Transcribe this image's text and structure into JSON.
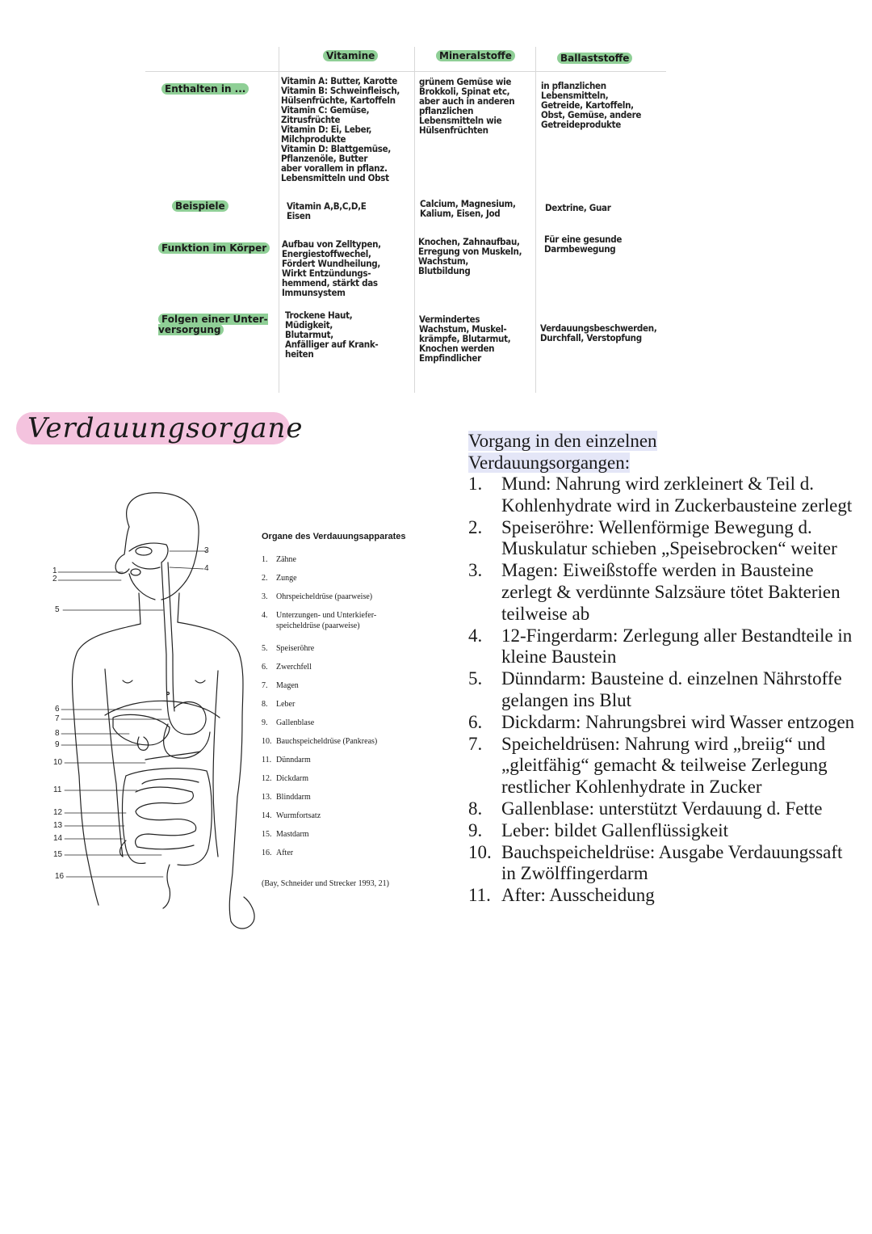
{
  "table": {
    "columns": [
      "Vitamine",
      "Mineralstoffe",
      "Ballaststoffe"
    ],
    "rows": [
      {
        "label": "Enthalten in ...",
        "cells": [
          "Vitamin A: Butter, Karotte\nVitamin B: Schweinfleisch,\nHülsenfrüchte, Kartoffeln\nVitamin C: Gemüse,\nZitrusfrüchte\nVitamin D: Ei, Leber,\nMilchprodukte\nVitamin D: Blattgemüse,\nPflanzenöle, Butter\naber vorallem in pflanz.\nLebensmitteln und Obst",
          "grünem Gemüse wie\nBrokkoli, Spinat etc,\naber auch in anderen\npflanzlichen\nLebensmitteln wie\nHülsenfrüchten",
          "in pflanzlichen\nLebensmitteln,\nGetreide, Kartoffeln,\nObst, Gemüse, andere\nGetreideprodukte"
        ]
      },
      {
        "label": "Beispiele",
        "cells": [
          "Vitamin A,B,C,D,E\nEisen",
          "Calcium, Magnesium,\nKalium, Eisen, Jod",
          "Dextrine, Guar"
        ]
      },
      {
        "label": "Funktion im Körper",
        "cells": [
          "Aufbau von Zelltypen,\nEnergiestoffwechel,\nFördert Wundheilung,\nWirkt Entzündungs-\nhemmend, stärkt das\nImmunsystem",
          "Knochen, Zahnaufbau,\nErregung von Muskeln,\nWachstum,\nBlutbildung",
          "Für eine gesunde\nDarmbewegung"
        ]
      },
      {
        "label": "Folgen einer Unter-\nversorgung",
        "cells": [
          "Trockene Haut,\nMüdigkeit,\nBlutarmut,\nAnfälliger auf Krank-\nheiten",
          "Vermindertes\nWachstum, Muskel-\nkrämpfe, Blutarmut,\nKnochen werden\nEmpfindlicher",
          "Verdauungsbeschwerden,\nDurchfall, Verstopfung"
        ]
      }
    ]
  },
  "section_title": "Verdauungsorgane",
  "diagram": {
    "numbers": [
      "1",
      "2",
      "3",
      "4",
      "5",
      "6",
      "7",
      "8",
      "9",
      "10",
      "11",
      "12",
      "13",
      "14",
      "15",
      "16"
    ]
  },
  "organ_legend": {
    "title": "Organe des Verdauungsapparates",
    "items": [
      "Zähne",
      "Zunge",
      "Ohrspeicheldrüse (paarweise)",
      "Unterzungen- und Unterkiefer-speicheldrüse (paarweise)",
      "Speiseröhre",
      "Zwerchfell",
      "Magen",
      "Leber",
      "Gallenblase",
      "Bauchspeicheldrüse (Pankreas)",
      "Dünndarm",
      "Dickdarm",
      "Blinddarm",
      "Wurmfortsatz",
      "Mastdarm",
      "After"
    ],
    "citation": "(Bay, Schneider und Strecker 1993, 21)"
  },
  "process": {
    "heading_line1": "Vorgang in den einzelnen",
    "heading_line2": "Verdauungsorgangen:",
    "steps": [
      "Mund: Nahrung wird zerkleinert & Teil d. Kohlenhydrate wird in Zuckerbausteine zerlegt",
      "Speiseröhre: Wellenförmige Bewegung d. Muskulatur schieben „Speisebrocken“ weiter",
      "Magen: Eiweißstoffe werden in Bausteine zerlegt & verdünnte Salzsäure tötet Bakterien teilweise ab",
      "12-Fingerdarm: Zerlegung aller Bestandteile in kleine Baustein",
      "Dünndarm: Bausteine d. einzelnen Nährstoffe gelangen ins Blut",
      "Dickdarm: Nahrungsbrei wird Wasser entzogen",
      "Speicheldrüsen: Nahrung wird „breiig“ und „gleitfähig“ gemacht & teilweise Zerlegung restlicher Kohlenhydrate in Zucker",
      "Gallenblase: unterstützt Verdauung d. Fette",
      "Leber: bildet Gallenflüssigkeit",
      "Bauchspeicheldrüse: Ausgabe Verdauungssaft in Zwölffingerdarm",
      "After: Ausscheidung"
    ]
  },
  "colors": {
    "table_highlight": "#8fcf96",
    "title_highlight": "#f4c3de",
    "heading_highlight": "#e4e6f7"
  }
}
